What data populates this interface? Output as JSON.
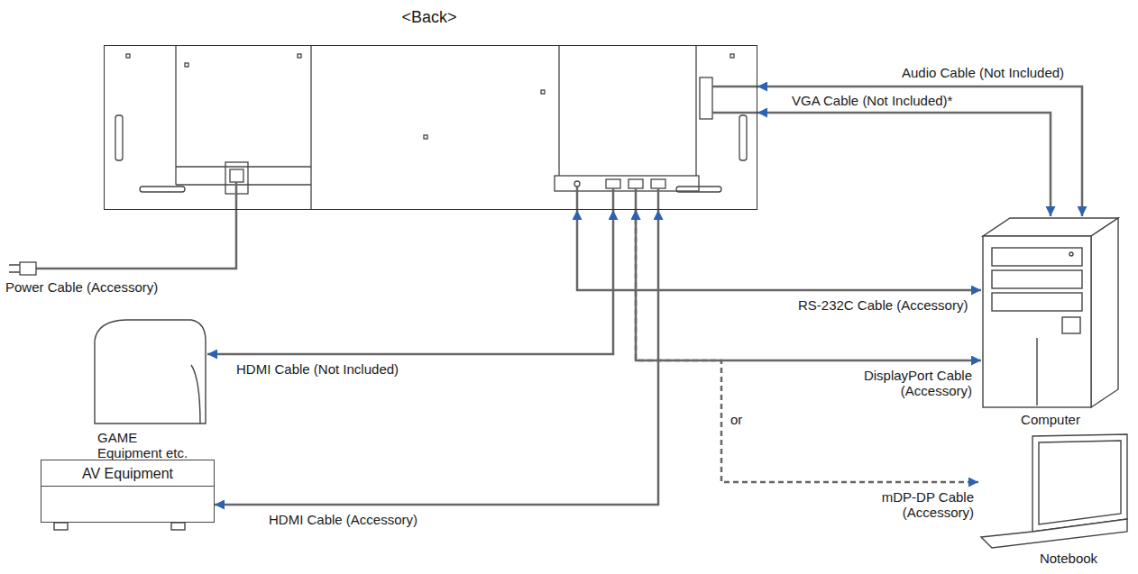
{
  "diagram": {
    "nodes": [
      {
        "text": [
          "<Back>"
        ]
      },
      {
        "text": [
          "Computer"
        ]
      },
      {
        "text": [
          "GAME Equipment etc."
        ]
      },
      {
        "text": [
          "Notebook"
        ]
      },
      {
        "text": [
          "AV Equipment"
        ]
      }
    ],
    "edges": [
      {
        "from": 0,
        "to": 1,
        "arrow": "both",
        "label": "Audio Cable (Not Included)"
      },
      {
        "from": 0,
        "to": 1,
        "arrow": "both",
        "label": "VGA Cable (Not Included)*"
      },
      {
        "from": 0,
        "to": 1,
        "arrow": "both",
        "label": "RS-232C Cable (Accessory)"
      },
      {
        "from": 0,
        "to": 2,
        "arrow": "both",
        "label": "HDMI Cable (Not Included)"
      },
      {
        "from": 0,
        "to": 1,
        "arrow": "both",
        "label": "DisplayPort Cable (Accessory)"
      },
      {
        "from": 0,
        "to": 4,
        "arrow": "both",
        "label": "HDMI Cable (Accessory)"
      },
      {
        "from": 0,
        "to": 3,
        "arrow": "both",
        "label": "mDP-DP Cable (Accessory)"
      }
    ],
    "labels": [
      "Power Cable (Accessory)",
      "or"
    ]
  }
}
